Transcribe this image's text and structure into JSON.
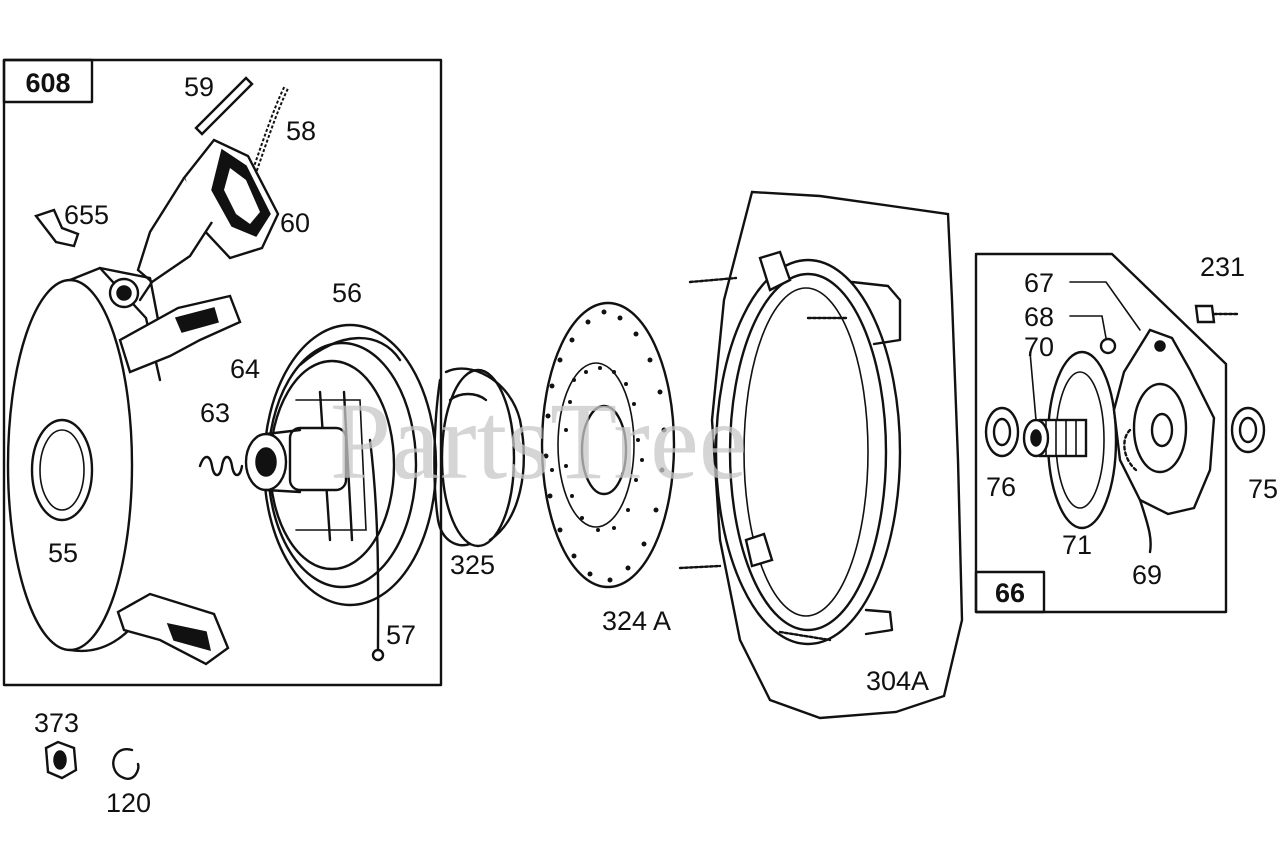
{
  "watermark": "PartsTree",
  "boxes": {
    "left_kit": "608",
    "right_kit": "66"
  },
  "callouts": {
    "p59": "59",
    "p58": "58",
    "p655": "655",
    "p60": "60",
    "p56": "56",
    "p64": "64",
    "p63": "63",
    "p55": "55",
    "p57": "57",
    "p325": "325",
    "p324a": "324 A",
    "p304a": "304A",
    "p67": "67",
    "p68": "68",
    "p70": "70",
    "p231": "231",
    "p76": "76",
    "p71": "71",
    "p69": "69",
    "p75": "75",
    "p373": "373",
    "p120": "120"
  }
}
